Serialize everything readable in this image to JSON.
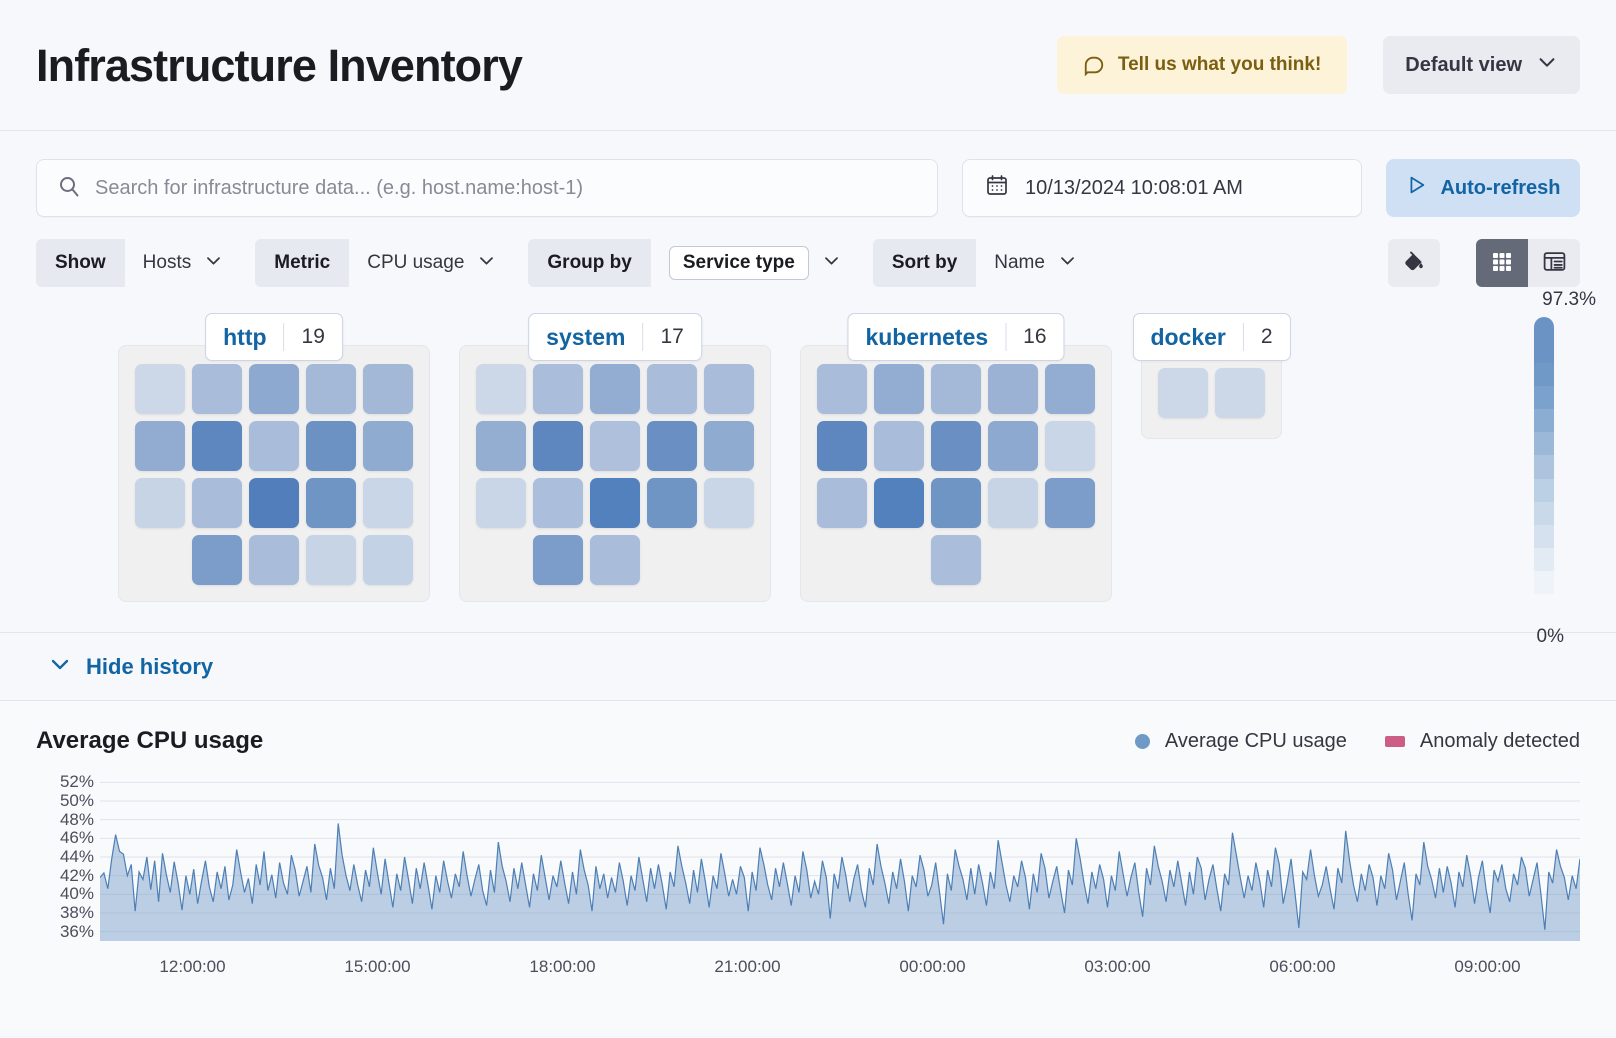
{
  "header": {
    "title": "Infrastructure Inventory",
    "feedback_label": "Tell us what you think!",
    "feedback_icon": "comment-icon",
    "view_label": "Default view",
    "view_icon": "chevron-down-icon",
    "feedback_bg": "#fdf3d8",
    "feedback_fg": "#7a5e12"
  },
  "search": {
    "placeholder": "Search for infrastructure data... (e.g. host.name:host-1)",
    "value": "",
    "icon": "search-icon"
  },
  "datepicker": {
    "value": "10/13/2024 10:08:01 AM",
    "icon": "calendar-icon"
  },
  "refresh": {
    "label": "Auto-refresh",
    "icon": "play-icon",
    "bg": "#cfe0f5",
    "fg": "#1264a3"
  },
  "filters": [
    {
      "label": "Show",
      "value": "Hosts",
      "boxed": false
    },
    {
      "label": "Metric",
      "value": "CPU usage",
      "boxed": false
    },
    {
      "label": "Group by",
      "value": "Service type",
      "boxed": true
    },
    {
      "label": "Sort by",
      "value": "Name",
      "boxed": false
    }
  ],
  "view_controls": {
    "palette_icon": "color-fill-icon",
    "grid_icon": "grid-view-icon",
    "table_icon": "table-view-icon",
    "active": "grid-view-icon"
  },
  "waffle": {
    "legend": {
      "max": "97.3%",
      "min": "0%"
    },
    "groups": [
      {
        "name": "http",
        "count": "19",
        "columns": 5,
        "cells": [
          "#ccd8e8",
          "#a9bcda",
          "#8ea9cf",
          "#a4b8d7",
          "#a3b7d7",
          "#92acd1",
          "#5e87bf",
          "#a9bcda",
          "#6c92c4",
          "#90abd0",
          "#c6d4e6",
          "#a9bcda",
          "#527ebb",
          "#6f95c5",
          "#c9d6e7",
          null,
          "#7c9dc9",
          "#a9bcda",
          "#c6d4e6",
          "#c3d2e5"
        ]
      },
      {
        "name": "system",
        "count": "17",
        "columns": 5,
        "cells": [
          "#ccd8e8",
          "#aabdda",
          "#93add2",
          "#a9bcda",
          "#a9bcda",
          "#94aed2",
          "#5e87bf",
          "#aec0dc",
          "#6a90c3",
          "#90abd0",
          "#c9d6e7",
          "#abbedb",
          "#5381bd",
          "#6f95c5",
          "#c9d6e7",
          null,
          "#7c9dc9",
          "#a9bcda",
          null,
          null
        ]
      },
      {
        "name": "kubernetes",
        "count": "16",
        "columns": 5,
        "cells": [
          "#a9bcda",
          "#93add2",
          "#a4b8d7",
          "#9bb2d4",
          "#93add2",
          "#5e87bf",
          "#a9bcda",
          "#6a90c3",
          "#8ea9cf",
          "#c9d6e7",
          "#a9bcda",
          "#5381bd",
          "#6f95c5",
          "#c6d4e6",
          "#7c9dc9",
          null,
          null,
          "#aabdda",
          null,
          null
        ]
      },
      {
        "name": "docker",
        "count": "2",
        "columns": 2,
        "cells": [
          "#ccd8e8",
          "#ccd8e8"
        ]
      }
    ]
  },
  "history": {
    "toggle_label": "Hide history",
    "toggle_icon": "chevron-down-icon"
  },
  "chart_data": {
    "type": "area",
    "title": "Average CPU usage",
    "xlabel": "",
    "ylabel": "",
    "ylim": [
      35,
      53
    ],
    "grid": true,
    "legend_position": "top-right",
    "legend": [
      {
        "name": "Average CPU usage",
        "color": "#6f9ac6",
        "marker": "dot"
      },
      {
        "name": "Anomaly detected",
        "color": "#cc5d85",
        "marker": "square"
      }
    ],
    "ytick_labels": [
      "52%",
      "50%",
      "48%",
      "46%",
      "44%",
      "42%",
      "40%",
      "38%",
      "36%"
    ],
    "ytick_values": [
      52,
      50,
      48,
      46,
      44,
      42,
      40,
      38,
      36
    ],
    "xtick_labels": [
      "12:00:00",
      "15:00:00",
      "18:00:00",
      "21:00:00",
      "00:00:00",
      "03:00:00",
      "06:00:00",
      "09:00:00"
    ],
    "series": [
      {
        "name": "Average CPU usage",
        "color": "#6f9ac6",
        "values": [
          41.8,
          42.3,
          40.6,
          43.8,
          46.4,
          44.6,
          44.3,
          42.0,
          43.2,
          38.2,
          42.4,
          41.6,
          44.0,
          40.5,
          43.6,
          39.2,
          44.4,
          42.1,
          40.2,
          43.5,
          41.2,
          38.3,
          42.0,
          40.0,
          42.7,
          39.0,
          41.4,
          43.6,
          40.8,
          39.2,
          42.4,
          40.6,
          43.0,
          39.4,
          41.0,
          44.8,
          42.4,
          40.2,
          41.7,
          39.0,
          43.2,
          41.0,
          44.6,
          40.4,
          42.1,
          39.6,
          43.4,
          41.2,
          40.0,
          44.2,
          42.6,
          39.8,
          41.4,
          43.0,
          40.2,
          45.4,
          43.1,
          41.8,
          39.4,
          42.8,
          40.6,
          47.6,
          44.2,
          42.0,
          40.4,
          43.2,
          41.0,
          39.2,
          42.6,
          40.8,
          45.0,
          42.4,
          40.0,
          43.8,
          41.2,
          38.6,
          42.2,
          40.4,
          44.0,
          41.6,
          39.0,
          42.8,
          40.6,
          43.4,
          41.0,
          38.4,
          42.0,
          40.2,
          43.6,
          41.4,
          39.6,
          42.2,
          40.8,
          44.6,
          42.0,
          39.8,
          41.6,
          43.2,
          40.4,
          38.8,
          42.6,
          40.2,
          45.6,
          43.0,
          41.4,
          39.2,
          42.8,
          40.6,
          43.4,
          41.0,
          38.6,
          42.2,
          40.4,
          44.2,
          41.8,
          39.4,
          42.0,
          40.8,
          43.6,
          41.2,
          39.0,
          42.4,
          40.0,
          44.8,
          42.6,
          41.0,
          38.2,
          43.0,
          40.6,
          42.2,
          39.6,
          41.8,
          40.2,
          43.4,
          41.4,
          38.8,
          42.0,
          40.4,
          44.0,
          41.6,
          39.2,
          42.8,
          40.6,
          43.2,
          41.0,
          38.4,
          42.4,
          40.8,
          45.2,
          43.0,
          41.2,
          39.0,
          42.6,
          40.2,
          43.8,
          41.4,
          38.6,
          42.0,
          40.6,
          44.4,
          42.2,
          39.8,
          41.6,
          40.0,
          43.0,
          41.8,
          38.2,
          42.4,
          40.4,
          45.0,
          43.2,
          41.0,
          39.4,
          42.8,
          40.8,
          43.4,
          41.2,
          38.8,
          42.0,
          40.2,
          44.6,
          42.6,
          39.6,
          41.4,
          40.0,
          43.6,
          41.8,
          37.4,
          42.2,
          40.6,
          44.0,
          42.0,
          39.2,
          41.6,
          43.2,
          40.4,
          38.6,
          42.8,
          41.0,
          45.4,
          43.0,
          41.2,
          39.0,
          42.4,
          40.6,
          43.8,
          41.4,
          38.2,
          42.0,
          40.8,
          44.2,
          42.6,
          39.8,
          41.0,
          43.4,
          40.2,
          36.8,
          42.2,
          40.4,
          44.8,
          43.0,
          41.6,
          39.4,
          42.8,
          40.0,
          43.2,
          41.2,
          38.8,
          42.4,
          40.6,
          45.8,
          43.4,
          41.0,
          39.2,
          42.0,
          40.8,
          43.6,
          41.8,
          38.4,
          42.2,
          40.2,
          44.4,
          42.8,
          39.6,
          41.4,
          43.0,
          40.4,
          38.0,
          42.6,
          41.0,
          46.0,
          43.8,
          41.2,
          39.0,
          42.4,
          40.6,
          43.2,
          41.6,
          38.6,
          42.0,
          40.4,
          44.6,
          42.2,
          39.8,
          41.8,
          43.4,
          40.2,
          37.6,
          42.8,
          41.0,
          45.2,
          43.0,
          41.4,
          39.2,
          42.6,
          40.8,
          43.6,
          41.2,
          38.8,
          42.4,
          40.0,
          44.0,
          42.8,
          39.4,
          41.6,
          43.2,
          40.6,
          38.2,
          42.2,
          41.0,
          46.6,
          44.2,
          41.8,
          39.6,
          42.0,
          40.4,
          43.4,
          41.4,
          38.6,
          42.6,
          40.8,
          45.0,
          43.2,
          39.0,
          41.2,
          43.8,
          40.2,
          36.4,
          42.4,
          41.6,
          44.8,
          42.0,
          39.8,
          41.0,
          43.0,
          40.6,
          38.4,
          42.8,
          41.2,
          46.8,
          43.6,
          41.0,
          39.2,
          42.2,
          40.4,
          43.2,
          41.8,
          38.8,
          42.0,
          40.6,
          44.4,
          42.6,
          39.4,
          41.4,
          43.4,
          40.0,
          37.2,
          42.2,
          41.0,
          45.6,
          43.0,
          41.6,
          39.6,
          42.8,
          40.2,
          43.0,
          41.2,
          38.6,
          42.4,
          40.8,
          44.2,
          42.0,
          39.0,
          41.8,
          43.6,
          40.4,
          38.0,
          42.6,
          41.4,
          43.2,
          40.6,
          39.2,
          42.2,
          41.0,
          44.0,
          42.8,
          39.8,
          41.6,
          43.4,
          40.0,
          36.2,
          42.4,
          41.2,
          44.8,
          43.0,
          41.8,
          39.4,
          42.0,
          40.6,
          43.8
        ]
      }
    ]
  }
}
